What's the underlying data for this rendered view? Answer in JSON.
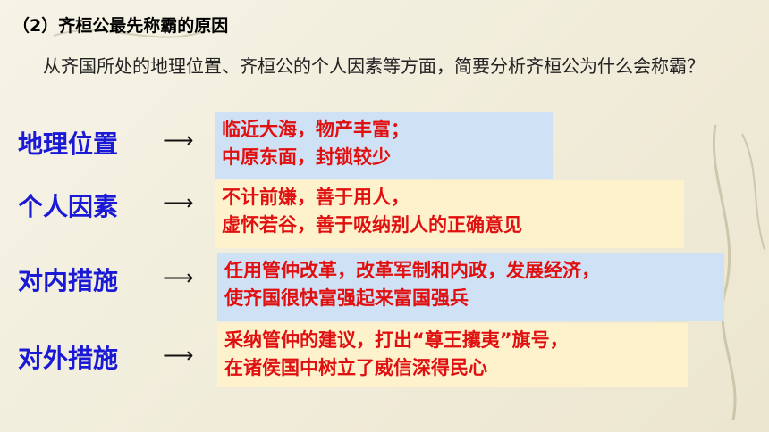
{
  "heading": "（2）齐桓公最先称霸的原因",
  "question": "从齐国所处的地理位置、齐桓公的个人因素等方面，简要分析齐桓公为什么会称霸？",
  "rows": [
    {
      "label": "地理位置",
      "lines": [
        "临近大海，物产丰富；",
        "中原东面，封锁较少"
      ],
      "color": "#cfe1f4"
    },
    {
      "label": "个人因素",
      "lines": [
        "不计前嫌，善于用人，",
        "虚怀若谷，善于吸纳别人的正确意见"
      ],
      "color": "#fdf2cc"
    },
    {
      "label": "对内措施",
      "lines": [
        "任用管仲改革，改革军制和内政，发展经济，",
        "使齐国很快富强起来富国强兵"
      ],
      "color": "#cfe1f4"
    },
    {
      "label": "对外措施",
      "lines": [
        "采纳管仲的建议，打出“尊王攘夷”旗号，",
        "在诸侯国中树立了威信深得民心"
      ],
      "color": "#fdf2cc"
    }
  ],
  "arrow_glyph": "⟶"
}
